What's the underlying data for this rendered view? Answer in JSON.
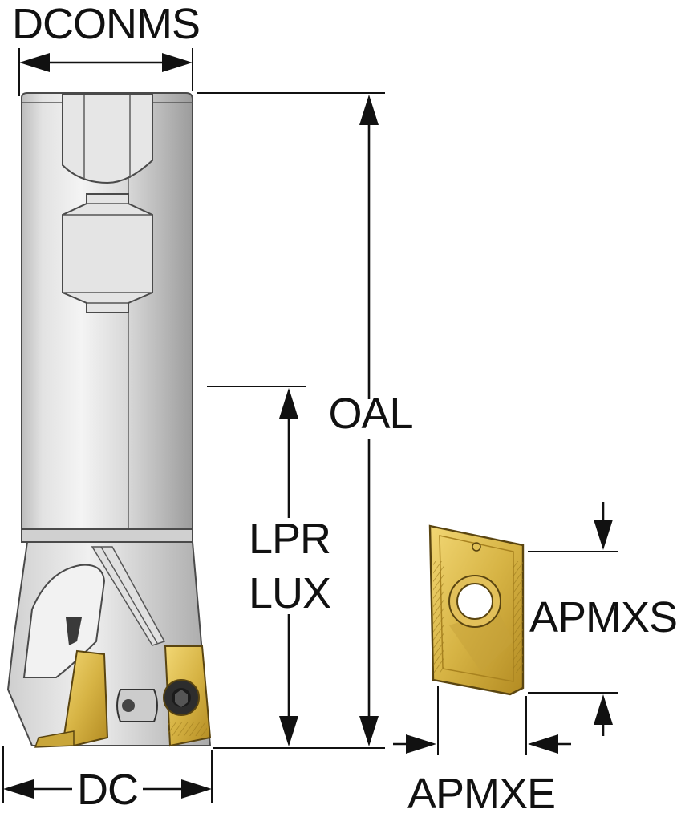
{
  "labels": {
    "dconms": "DCONMS",
    "oal": "OAL",
    "lpr": "LPR",
    "lux": "LUX",
    "apmxs": "APMXS",
    "dc": "DC",
    "apmxe": "APMXE"
  },
  "colors": {
    "shank_light": "#e9e9e9",
    "shank_mid": "#cfcfcf",
    "shank_dark": "#9a9a9a",
    "insert_gold": "#d9b84a",
    "insert_dark": "#a88420",
    "line": "#111111"
  },
  "icons": {
    "tool": "end-mill-illustration",
    "insert": "indexable-insert-illustration",
    "screw": "torx-screw-icon"
  }
}
